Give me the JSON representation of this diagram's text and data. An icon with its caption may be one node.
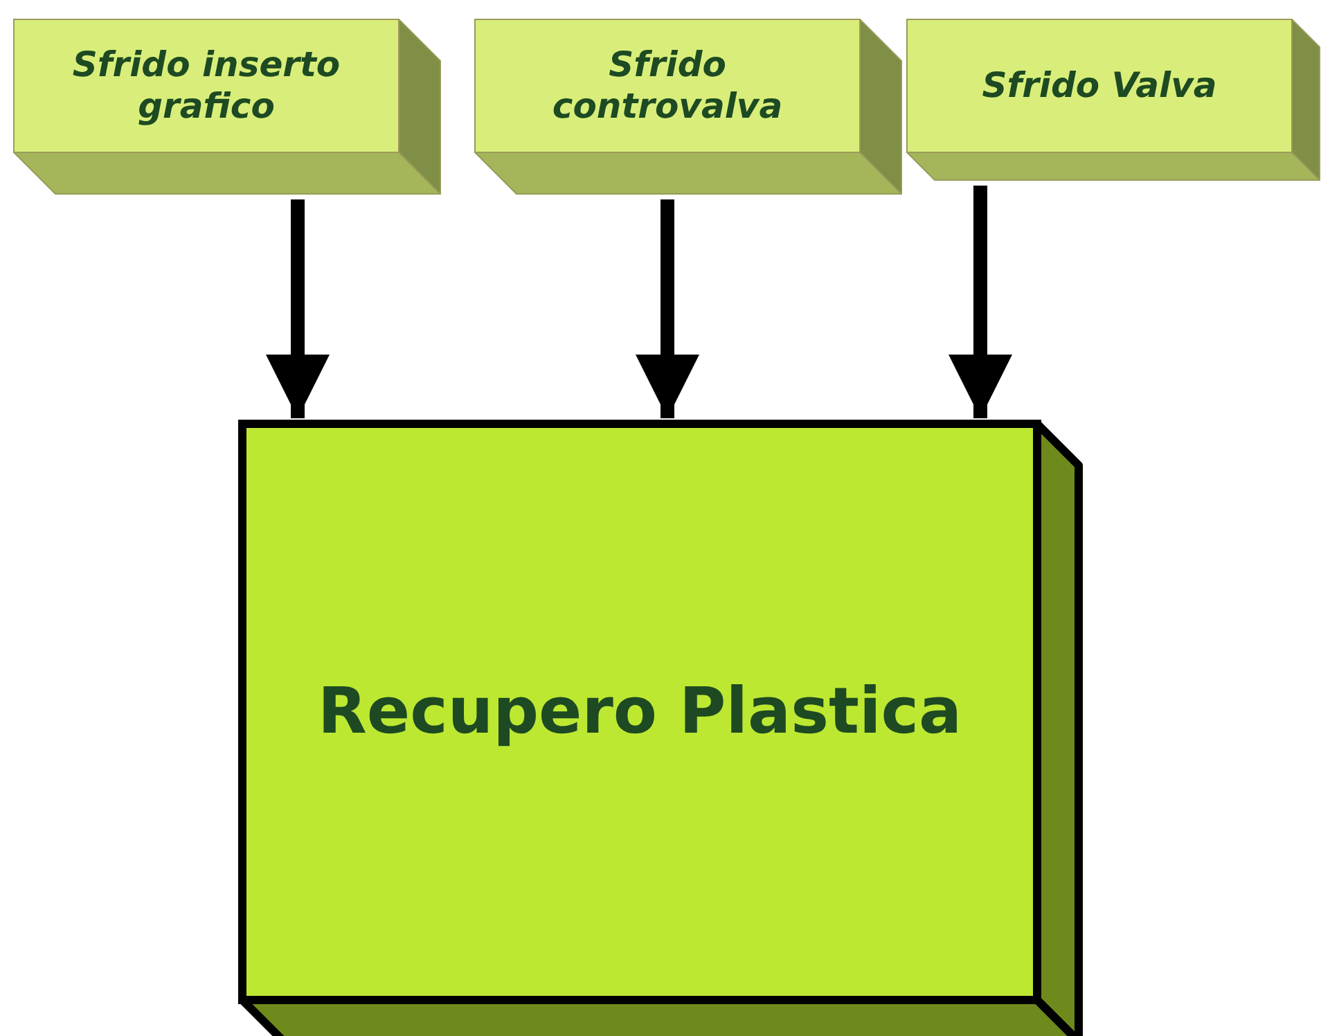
{
  "diagram": {
    "nodes": [
      {
        "text": [
          "Sfrido inserto grafico"
        ]
      },
      {
        "text": [
          "Sfrido controvalva"
        ]
      },
      {
        "text": [
          "Sfrido Valva"
        ]
      },
      {
        "text": [
          "Recupero Plastica"
        ]
      }
    ],
    "edges": [
      {
        "from": 0,
        "to": 3,
        "arrow": "to"
      },
      {
        "from": 1,
        "to": 3,
        "arrow": "to"
      },
      {
        "from": 2,
        "to": 3,
        "arrow": "to"
      }
    ]
  }
}
